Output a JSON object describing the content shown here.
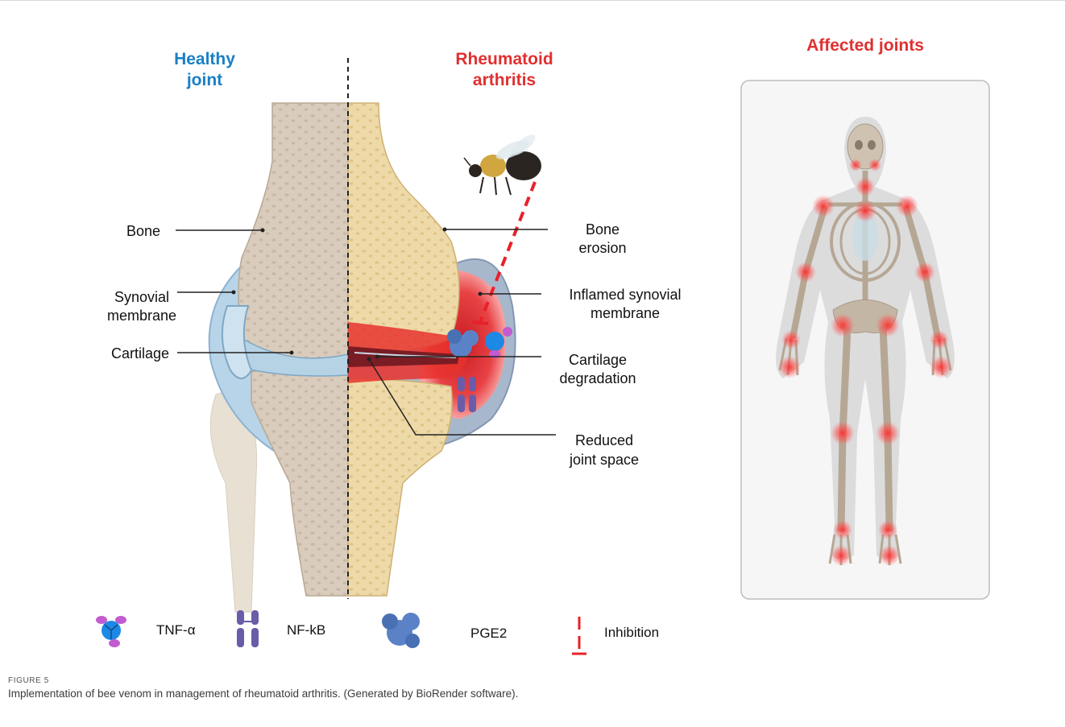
{
  "figure": {
    "titles": {
      "healthy": [
        "Healthy",
        "joint"
      ],
      "ra": [
        "Rheumatoid",
        "arthritis"
      ],
      "affected": "Affected joints"
    },
    "labels": {
      "bone": "Bone",
      "synovial": [
        "Synovial",
        "membrane"
      ],
      "cartilage": "Cartilage",
      "bone_erosion": [
        "Bone",
        "erosion"
      ],
      "inflamed": [
        "Inflamed synovial",
        "membrane"
      ],
      "cart_degradation": [
        "Cartilage",
        "degradation"
      ],
      "reduced": [
        "Reduced",
        "joint space"
      ]
    },
    "legend": {
      "tnf": "TNF-α",
      "nfkb": "NF-kB",
      "pge2": "PGE2",
      "inhibition": "Inhibition"
    },
    "colors": {
      "healthy_title": "#1a7fc4",
      "ra_title": "#e03030",
      "bone_healthy": "#d9ccbc",
      "bone_ra": "#eedaa8",
      "cartilage": "#b6d3e6",
      "inflammation": "#e8322e",
      "inhibition": "#e8212a"
    }
  },
  "caption": {
    "heading": "FIGURE 5",
    "text": "Implementation of bee venom in management of rheumatoid arthritis. (Generated by BioRender software)."
  }
}
